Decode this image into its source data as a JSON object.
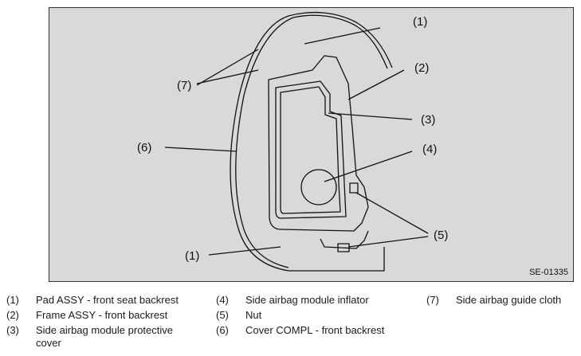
{
  "figure": {
    "figure_id": "SE-01335",
    "callouts": {
      "c1_top": "(1)",
      "c2": "(2)",
      "c3": "(3)",
      "c4": "(4)",
      "c5": "(5)",
      "c6": "(6)",
      "c7": "(7)",
      "c1_bottom": "(1)"
    }
  },
  "legend": [
    {
      "num": "(1)",
      "label": "Pad ASSY - front seat backrest"
    },
    {
      "num": "(2)",
      "label": "Frame ASSY - front backrest"
    },
    {
      "num": "(3)",
      "label": "Side airbag module protective cover"
    },
    {
      "num": "(4)",
      "label": "Side airbag module inflator"
    },
    {
      "num": "(5)",
      "label": "Nut"
    },
    {
      "num": "(6)",
      "label": "Cover COMPL - front backrest"
    },
    {
      "num": "(7)",
      "label": "Side airbag guide cloth"
    }
  ]
}
